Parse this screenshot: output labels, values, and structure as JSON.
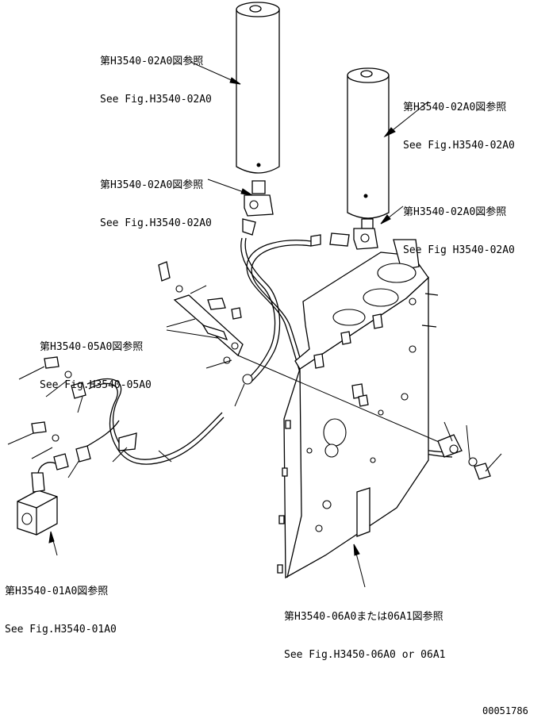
{
  "callouts": {
    "accumulator_left": {
      "ja": "第H3540-02A0図参照",
      "en": "See Fig.H3540-02A0"
    },
    "accumulator_right": {
      "ja": "第H3540-02A0図参照",
      "en": "See Fig.H3540-02A0"
    },
    "valve_left": {
      "ja": "第H3540-02A0図参照",
      "en": "See Fig.H3540-02A0"
    },
    "valve_right": {
      "ja": "第H3540-02A0図参照",
      "en": "See Fig H3540-02A0"
    },
    "clamp": {
      "ja": "第H3540-05A0図参照",
      "en": "See Fig.H3540-05A0"
    },
    "solenoid": {
      "ja": "第H3540-01A0図参照",
      "en": "See Fig.H3540-01A0"
    },
    "frame": {
      "ja": "第H3540-06A0または06A1図参照",
      "en": "See Fig.H3450-06A0 or 06A1"
    }
  },
  "drawing_number": "00051786"
}
